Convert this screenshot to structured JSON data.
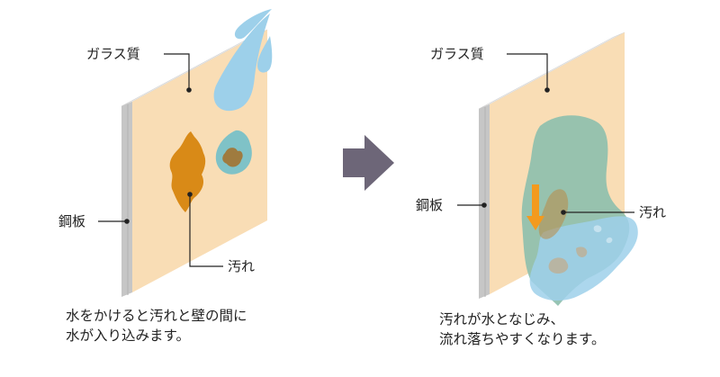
{
  "left_panel": {
    "label_glass": "ガラス質",
    "label_steel": "鋼板",
    "label_dirt": "汚れ",
    "caption_line1": "水をかけると汚れと壁の間に",
    "caption_line2": "水が入り込みます。"
  },
  "right_panel": {
    "label_glass": "ガラス質",
    "label_steel": "鋼板",
    "label_dirt": "汚れ",
    "caption_line1": "汚れが水となじみ、",
    "caption_line2": "流れ落ちやすくなります。"
  },
  "colors": {
    "panel_face": "#f9ddb5",
    "panel_top": "#ececec",
    "panel_side": "#c6c6c6",
    "dirt": "#d98a17",
    "water": "#9dd0ea",
    "water_film": "#8ebfae",
    "arrow_gray": "#6d6678",
    "arrow_orange": "#f39a1e"
  }
}
